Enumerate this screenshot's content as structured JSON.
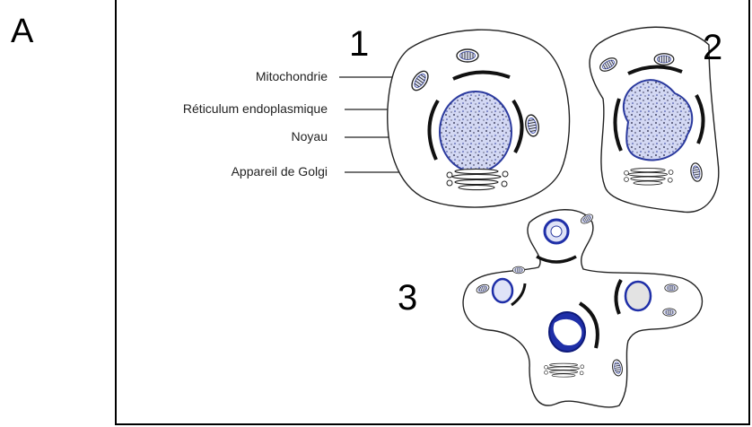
{
  "panel_letter": "A",
  "cell_numbers": [
    "1",
    "2",
    "3"
  ],
  "labels": {
    "mitochondrie": "Mitochondrie",
    "reticulum": "Réticulum endoplasmique",
    "noyau": "Noyau",
    "golgi": "Appareil de Golgi"
  },
  "colors": {
    "outline": "#222222",
    "nucleus_fill": "#c9cff0",
    "nucleus_stroke": "#2b3a9e",
    "dark_nucleus": "#1f2fa8",
    "speckle": "#1a1a3a"
  }
}
